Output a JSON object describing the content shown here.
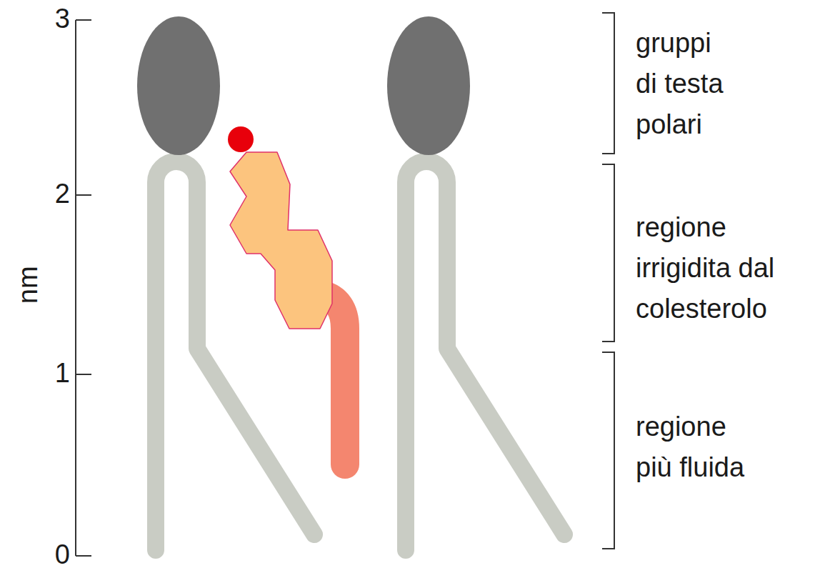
{
  "diagram": {
    "labels": [
      "3",
      "2",
      "1",
      "0",
      "nm",
      "gruppi di testa polari",
      "regione irrigidita dal colesterolo",
      "regione più fluida"
    ]
  }
}
